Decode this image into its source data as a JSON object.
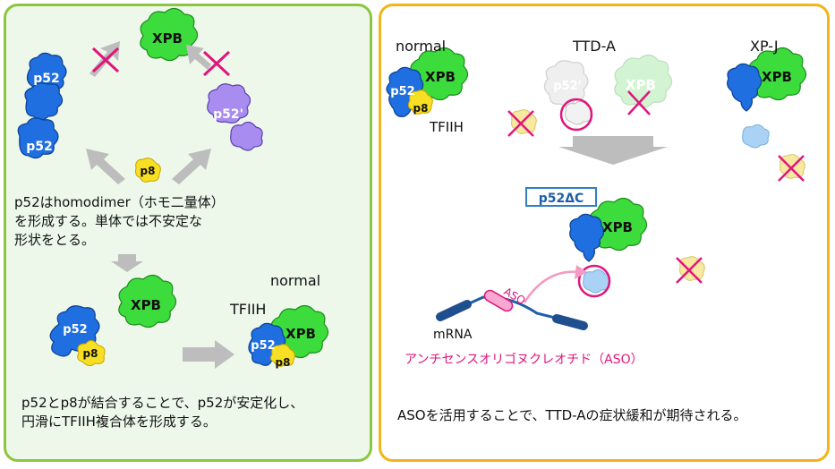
{
  "left": {
    "text1_line1": "p52はhomodimer（ホモ二量体）",
    "text1_line2": "を形成する。単体では不安定な",
    "text1_line3": "形状をとる。",
    "normal": "normal",
    "tfiih": "TFIIH",
    "text2_line1": "p52とp8が結合することで、p52が安定化し、",
    "text2_line2": "円滑にTFIIH複合体を形成する。",
    "xpb": "XPB",
    "p52": "p52",
    "p52prime": "p52'",
    "p8": "p8"
  },
  "right": {
    "normal": "normal",
    "ttda": "TTD-A",
    "xpj": "XP-J",
    "tfiih": "TFIIH",
    "p52dc": "p52ΔC",
    "xpb": "XPB",
    "p52": "p52",
    "p52prime": "p52'",
    "p8": "p8",
    "aso": "ASO",
    "mrna": "mRNA",
    "aso_title": "アンチセンスオリゴヌクレオチド（ASO）",
    "text": "ASOを活用することで、TTD-Aの症状緩和が期待される。"
  },
  "colors": {
    "left_border": "#8cc63f",
    "left_bg": "#edf8ea",
    "right_border": "#f2b417",
    "xpb": "#3ddc3d",
    "p52": "#1f6fe0",
    "p8": "#f7e024",
    "p52prime": "#a98cf0",
    "cross": "#e0157c"
  }
}
